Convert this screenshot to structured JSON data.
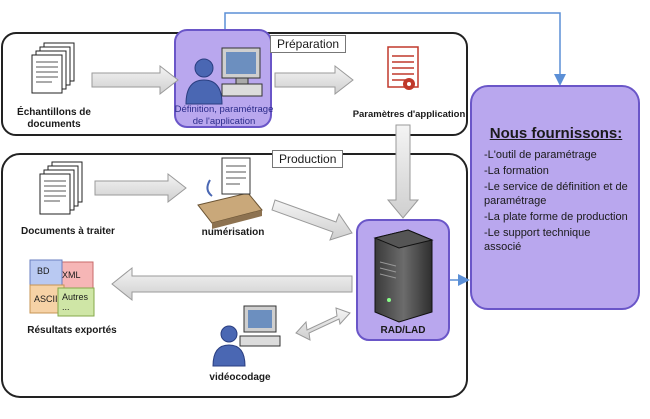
{
  "sections": {
    "preparation": "Préparation",
    "production": "Production"
  },
  "labels": {
    "echantillons": "Échantillons de documents",
    "definition": "Définition, paramétrage de l'application",
    "parametres": "Paramètres d'application",
    "documents": "Documents à traiter",
    "numerisation": "numérisation",
    "radlad": "RAD/LAD",
    "resultats": "Résultats exportés",
    "videocodage": "vidéocodage"
  },
  "export_formats": [
    "BD",
    "XML",
    "ASCII",
    "Autres ..."
  ],
  "panel": {
    "title": "Nous fournissons:",
    "items": [
      "-L'outil de paramétrage",
      "-La formation",
      "-Le service de définition et de paramétrage",
      "-La plate forme de production",
      "-Le support technique associé"
    ]
  },
  "colors": {
    "purple_fill": "#b9a7ee",
    "purple_border": "#6a56c8",
    "arrow_fill": "#e3e3e3",
    "arrow_stroke": "#9a9a9a",
    "connector": "#5b8fd6"
  }
}
